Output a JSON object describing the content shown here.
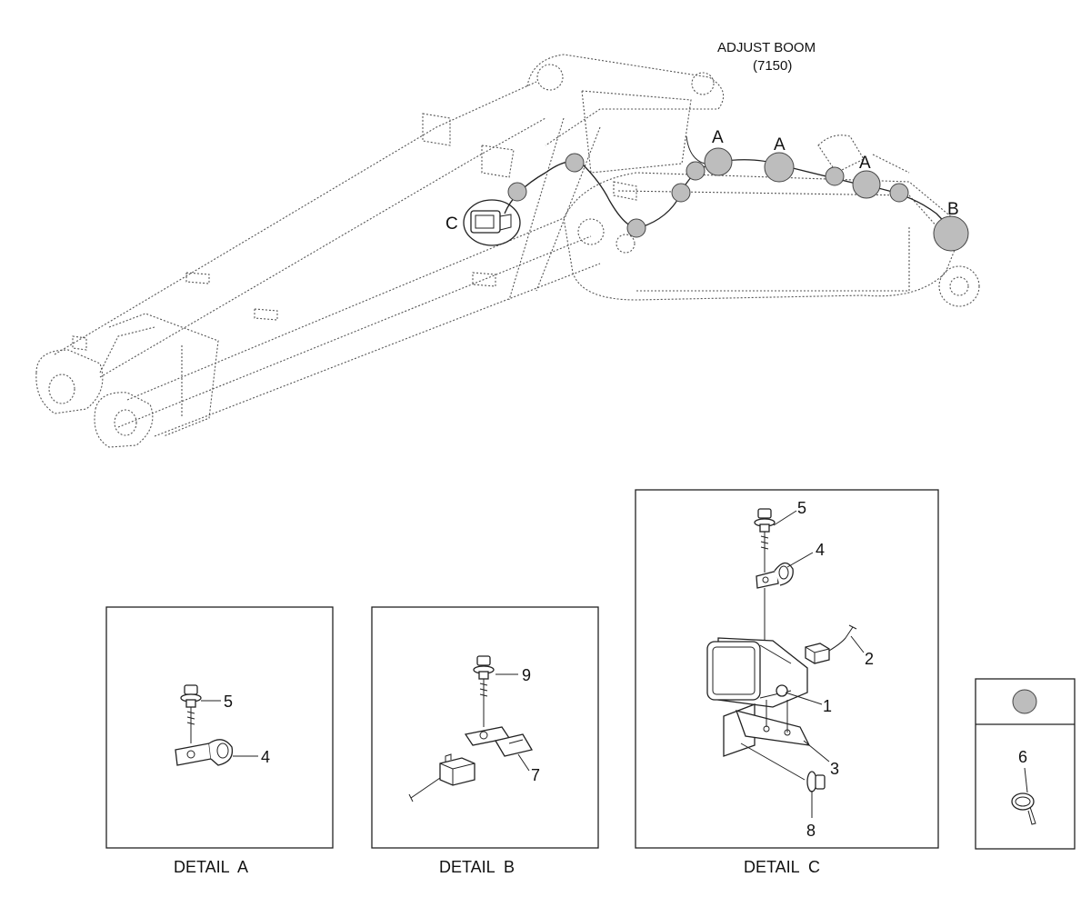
{
  "header": {
    "boom_label_line1": "ADJUST BOOM",
    "boom_label_line2": "(7150)"
  },
  "markers": {
    "A": "A",
    "B": "B",
    "C": "C"
  },
  "details": {
    "a": {
      "caption": "DETAIL  A",
      "callouts": [
        "5",
        "4"
      ]
    },
    "b": {
      "caption": "DETAIL  B",
      "callouts": [
        "9",
        "7"
      ]
    },
    "c": {
      "caption": "DETAIL  C",
      "callouts": [
        "5",
        "4",
        "2",
        "1",
        "3",
        "8"
      ]
    }
  },
  "legend": {
    "callout": "6"
  },
  "colors": {
    "clamp_marker": "#bdbdbd",
    "ink": "#222222"
  }
}
